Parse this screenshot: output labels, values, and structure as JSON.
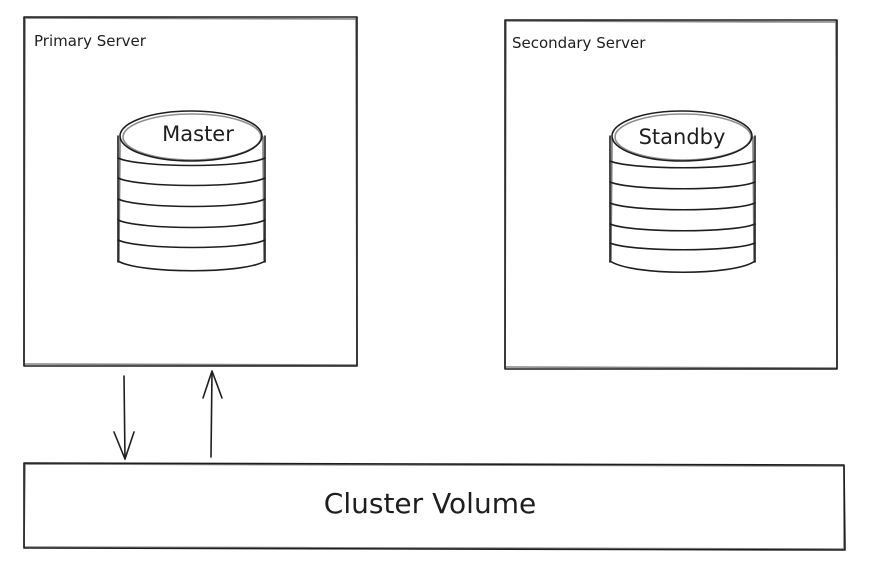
{
  "primary_server": {
    "label": "Primary Server",
    "database_label": "Master"
  },
  "secondary_server": {
    "label": "Secondary Server",
    "database_label": "Standby"
  },
  "cluster_volume": {
    "label": "Cluster Volume"
  },
  "icons": [
    "database-icon",
    "down-arrow-icon",
    "up-arrow-icon"
  ],
  "colors": {
    "stroke": "#1e1e1e",
    "background": "#ffffff"
  }
}
